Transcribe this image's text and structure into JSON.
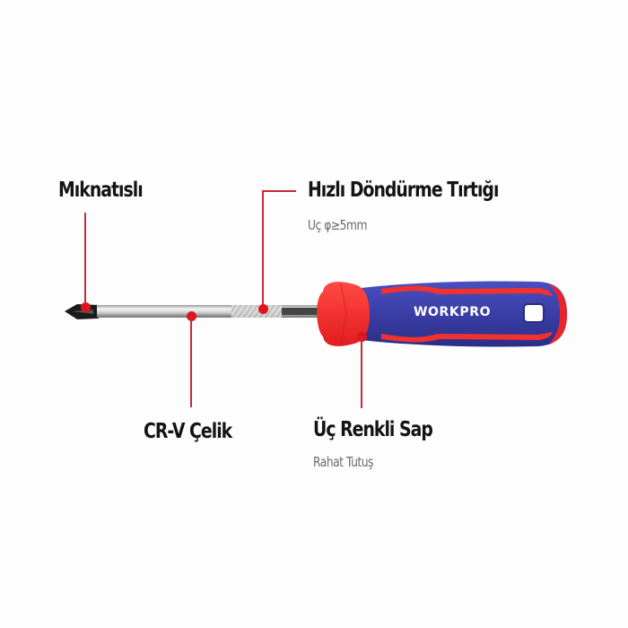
{
  "product": {
    "brand": "WORKPRO",
    "item": "screwdriver"
  },
  "callouts": [
    {
      "id": "magnetic",
      "title": "Mıknatıslı",
      "subtitle": null
    },
    {
      "id": "fast-turn",
      "title": "Hızlı Döndürme Tırtığı",
      "subtitle": "Uç φ≥5mm"
    },
    {
      "id": "crv-steel",
      "title": "CR-V Çelik",
      "subtitle": null
    },
    {
      "id": "tri-color-handle",
      "title": "Üç Renkli Sap",
      "subtitle": "Rahat Tutuş"
    }
  ],
  "colors": {
    "background": "#fdfdfd",
    "leader_line": "#c8283a",
    "leader_dot": "#e0141e",
    "handle_blue": "#3b3fa8",
    "handle_red": "#f0302e",
    "text": "#141414",
    "subtext": "#6a6a6a"
  }
}
